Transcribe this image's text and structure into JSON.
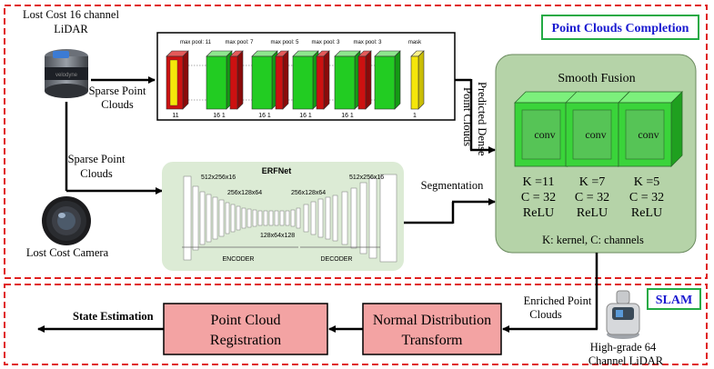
{
  "completion": {
    "title": "Point Clouds Completion",
    "lidar_label_line1": "Lost Cost 16 channel",
    "lidar_label_line2": "LiDAR",
    "sparse_right_line1": "Sparse Point",
    "sparse_right_line2": "Clouds",
    "sparse_down_line1": "Sparse Point",
    "sparse_down_line2": "Clouds",
    "camera_label": "Lost Cost Camera",
    "predicted_line1": "Predicted Dense",
    "predicted_line2": "Point Clouds",
    "segmentation_label": "Segmentation"
  },
  "sparse_net": {
    "pool_labels": [
      "max pool: 11",
      "max pool: 7",
      "max pool: 5",
      "max pool: 3",
      "max pool: 3",
      "mask"
    ],
    "channel_labels": [
      "11",
      "16 1",
      "16 1",
      "16 1",
      "16 1",
      "1"
    ],
    "colors": {
      "conv": "#22cc22",
      "pool": "#cc1111",
      "mask": "#f5e60a"
    }
  },
  "erfnet": {
    "title": "ERFNet",
    "dims": [
      "512x256x16",
      "256x128x64",
      "128x64x128",
      "256x128x64",
      "512x256x16"
    ],
    "encoder_label": "ENCODER",
    "decoder_label": "DECODER"
  },
  "fusion": {
    "title": "Smooth Fusion",
    "conv_label": "conv",
    "convs": [
      {
        "k": "K =11",
        "c": "C = 32",
        "act": "ReLU"
      },
      {
        "k": "K =7",
        "c": "C = 32",
        "act": "ReLU"
      },
      {
        "k": "K =5",
        "c": "C = 32",
        "act": "ReLU"
      }
    ],
    "legend": "K: kernel, C: channels"
  },
  "slam": {
    "title": "SLAM",
    "enriched_line1": "Enriched Point",
    "enriched_line2": "Clouds",
    "hg_lidar_line1": "High-grade 64",
    "hg_lidar_line2": "Channel LiDAR",
    "ndt_line1": "Normal Distribution",
    "ndt_line2": "Transform",
    "pcr_line1": "Point Cloud",
    "pcr_line2": "Registration",
    "state_estimation": "State Estimation"
  },
  "colors": {
    "dashed_border": "#e02020",
    "title_border": "#22aa44",
    "title_text": "#1a1ad0",
    "slam_box": "#f3a3a3",
    "fusion_bg": "#b5d3a8",
    "erf_bg": "#dcebd5"
  }
}
